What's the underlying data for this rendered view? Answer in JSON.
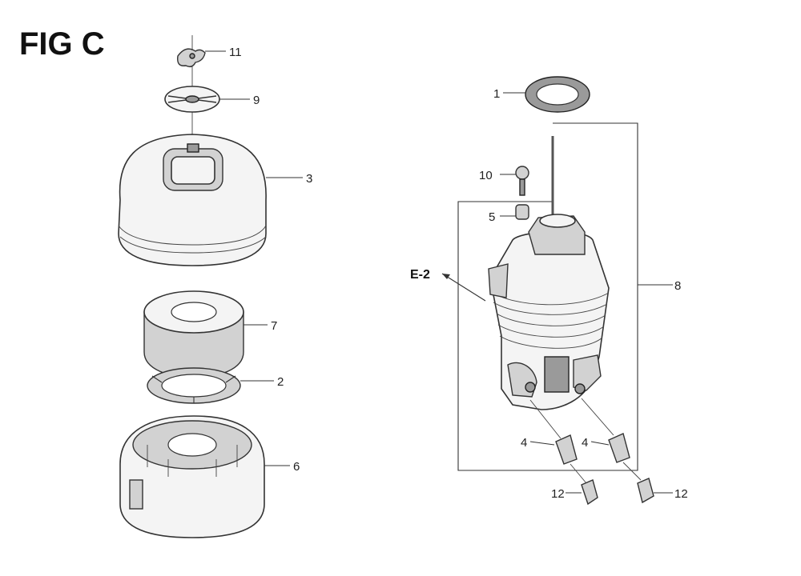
{
  "figure": {
    "title": "FIG C",
    "ref_label": "E-2"
  },
  "callouts": {
    "c11": "11",
    "c9": "9",
    "c3": "3",
    "c7": "7",
    "c2": "2",
    "c6": "6",
    "c1": "1",
    "c10": "10",
    "c5": "5",
    "c8": "8",
    "c4a": "4",
    "c4b": "4",
    "c12a": "12",
    "c12b": "12"
  },
  "colors": {
    "line": "#333333",
    "fill_light": "#f4f4f4",
    "fill_mid": "#d2d2d2",
    "fill_dark": "#9a9a9a"
  }
}
